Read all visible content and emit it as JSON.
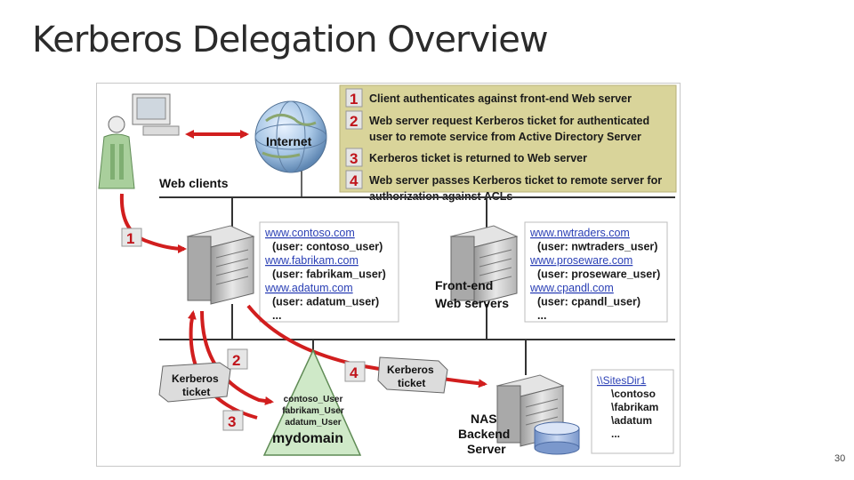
{
  "page": {
    "title": "Kerberos Delegation Overview",
    "page_number": "30"
  },
  "diagram": {
    "steps": [
      {
        "num": "1",
        "lines": [
          "Client authenticates against front-end Web server"
        ]
      },
      {
        "num": "2",
        "lines": [
          "Web server request Kerberos ticket for authenticated",
          "user to remote service from Active Directory Server"
        ]
      },
      {
        "num": "3",
        "lines": [
          "Kerberos ticket is returned to Web server"
        ]
      },
      {
        "num": "4",
        "lines": [
          "Web server passes Kerberos ticket to remote server for",
          "authorization against ACLs"
        ]
      }
    ],
    "internet_label": "Internet",
    "web_clients_label": "Web clients",
    "front_end_label": [
      "Front-end",
      "Web servers"
    ],
    "server1_sites": [
      {
        "text": "www.contoso.com",
        "link": true
      },
      {
        "text": "(user: contoso_user)",
        "link": false
      },
      {
        "text": "www.fabrikam.com",
        "link": true
      },
      {
        "text": "(user: fabrikam_user)",
        "link": false
      },
      {
        "text": "www.adatum.com",
        "link": true
      },
      {
        "text": "(user: adatum_user)",
        "link": false
      },
      {
        "text": "...",
        "link": false
      }
    ],
    "server2_sites": [
      {
        "text": "www.nwtraders.com",
        "link": true
      },
      {
        "text": "(user: nwtraders_user)",
        "link": false
      },
      {
        "text": "www.proseware.com",
        "link": true
      },
      {
        "text": "(user: proseware_user)",
        "link": false
      },
      {
        "text": "www.cpandl.com",
        "link": true
      },
      {
        "text": "(user: cpandl_user)",
        "link": false
      },
      {
        "text": "...",
        "link": false
      }
    ],
    "kerberos_ticket_label": [
      "Kerberos",
      "ticket"
    ],
    "domain_users": [
      "contoso_User",
      "fabrikam_User",
      "adatum_User"
    ],
    "domain_label": "mydomain",
    "nas_label": [
      "NAS",
      "Backend",
      "Server"
    ],
    "share_lines": [
      {
        "text": "\\\\SitesDir1",
        "link": true
      },
      {
        "text": "\\contoso",
        "link": false
      },
      {
        "text": "\\fabrikam",
        "link": false
      },
      {
        "text": "\\adatum",
        "link": false
      },
      {
        "text": "...",
        "link": false
      }
    ],
    "arrow_steps": {
      "client": "1",
      "request": "2",
      "returned": "3",
      "passes": "4"
    }
  },
  "colors": {
    "legend_bg": "#d9d49a",
    "step_badge_bg": "#e6e6e6",
    "arrow_red": "#d11e1e",
    "link_blue": "#2a3fb5",
    "domain_green": "#cfe9c8",
    "client_green": "#a9cf9c"
  }
}
